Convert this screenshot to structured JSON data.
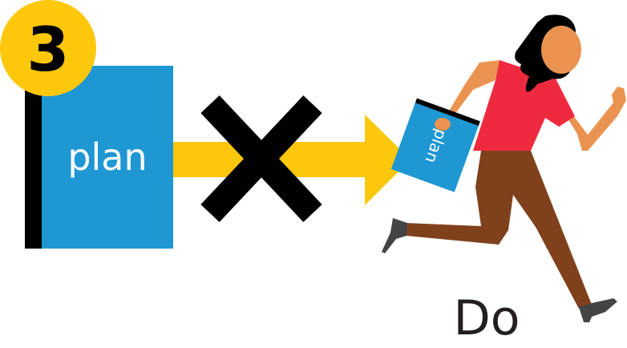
{
  "step_number": "3",
  "book_label": "plan",
  "small_book_label": "plan",
  "action_label": "Do",
  "colors": {
    "yellow": "#FDC70C",
    "blue": "#1E97D3",
    "black": "#000000",
    "shirt": "#EF2A3F",
    "pants": "#7F411C",
    "skin": "#EA9350",
    "shoe": "#444444",
    "text_dark": "#231F20"
  }
}
